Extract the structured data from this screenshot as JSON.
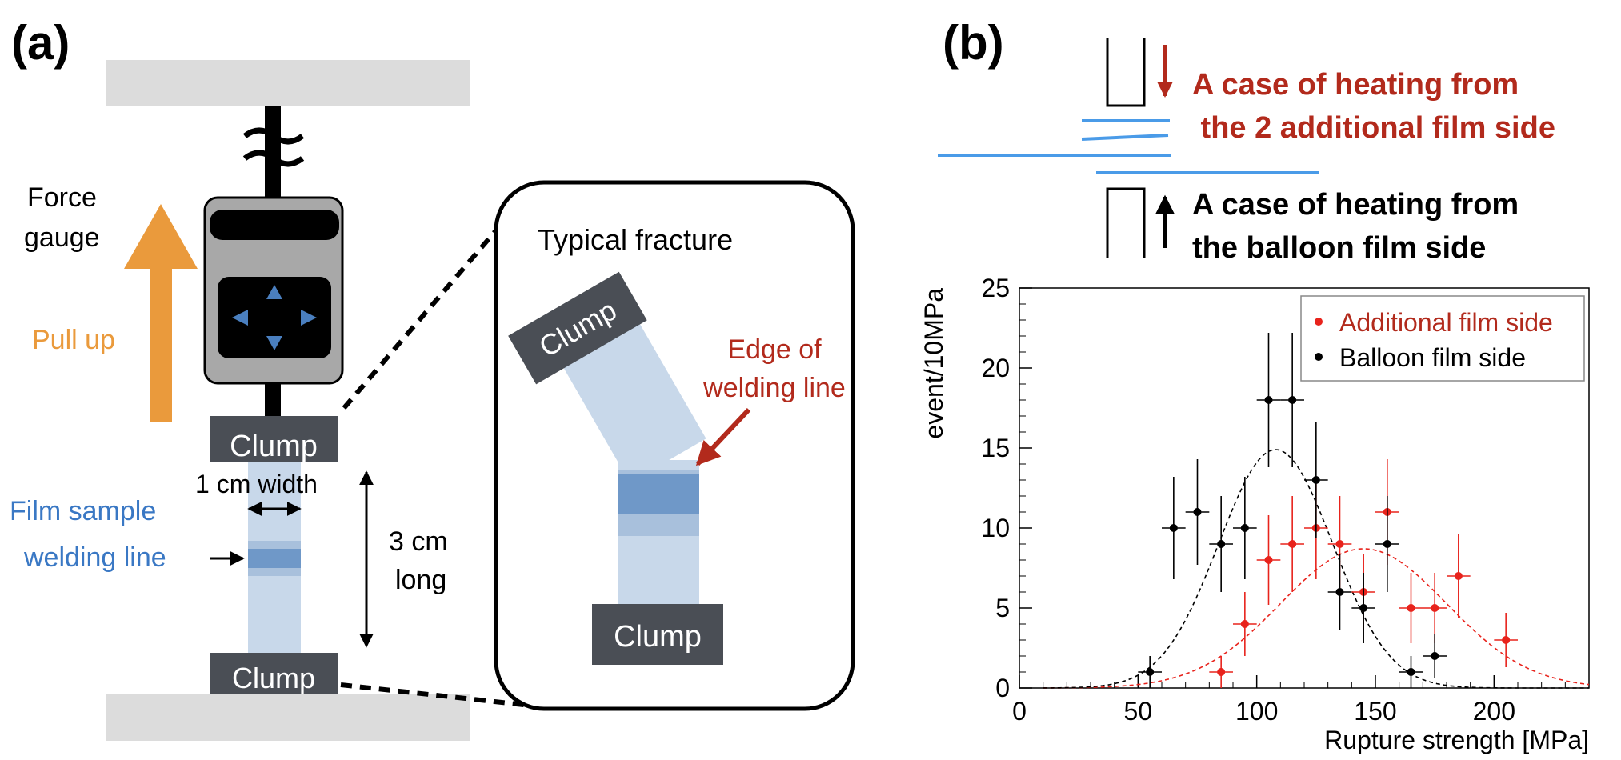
{
  "panel_a": {
    "letter": "(a)",
    "force_gauge": [
      "Force",
      "gauge"
    ],
    "pull_up": "Pull up",
    "clump_top": "Clump",
    "clump_bottom": "Clump",
    "width_label": "1 cm width",
    "length_label": [
      "3 cm",
      "long"
    ],
    "film_sample": [
      "Film sample",
      "welding line"
    ],
    "inset": {
      "title": "Typical fracture",
      "clump_upper": "Clump",
      "clump_lower": "Clump",
      "edge_label": [
        "Edge of",
        "welding line"
      ]
    }
  },
  "panel_b": {
    "letter": "(b)",
    "case_red": [
      "A case of heating from",
      " the 2 additional film side"
    ],
    "case_black": [
      "A case of heating from",
      "the balloon film side"
    ]
  },
  "colors": {
    "red": "#b22a1c",
    "black": "#000000",
    "blue_text": "#3a78c4",
    "orange": "#ea9a3c",
    "film_blue": "#c8d8ea",
    "weld_blue": "#6f98c8",
    "clump_gray": "#4a4e55",
    "plate_gray": "#dcdcdc",
    "line_blue": "#4a9be8",
    "point_red": "#e8231c"
  },
  "chart_data": {
    "type": "scatter",
    "xlabel": "Rupture strength [MPa]",
    "ylabel": "event/10MPa",
    "xlim": [
      0,
      240
    ],
    "ylim": [
      0,
      25
    ],
    "xticks": [
      0,
      50,
      100,
      150,
      200
    ],
    "yticks": [
      0,
      5,
      10,
      15,
      20,
      25
    ],
    "legend_placement": "top-right",
    "series": [
      {
        "name": "Additional film side",
        "color": "#e8231c",
        "x": [
          85,
          95,
          105,
          115,
          125,
          135,
          145,
          155,
          165,
          175,
          185,
          205
        ],
        "y": [
          1,
          4,
          8,
          9,
          10,
          9,
          6,
          11,
          5,
          5,
          7,
          3
        ],
        "yerr": [
          1.0,
          2.0,
          2.8,
          3.0,
          3.2,
          3.0,
          2.4,
          3.3,
          2.2,
          2.2,
          2.6,
          1.7
        ],
        "xerr": 5,
        "fit": {
          "amplitude": 8.7,
          "mean": 145,
          "sigma": 35
        }
      },
      {
        "name": "Balloon film side",
        "color": "#000000",
        "x": [
          55,
          65,
          75,
          85,
          95,
          105,
          115,
          125,
          135,
          145,
          155,
          165,
          175
        ],
        "y": [
          1,
          10,
          11,
          9,
          10,
          18,
          18,
          13,
          6,
          5,
          9,
          1,
          2
        ],
        "yerr": [
          1.0,
          3.2,
          3.3,
          3.0,
          3.2,
          4.2,
          4.2,
          3.6,
          2.4,
          2.2,
          3.0,
          1.0,
          1.4
        ],
        "xerr": 5,
        "fit": {
          "amplitude": 14.9,
          "mean": 108,
          "sigma": 24
        }
      }
    ]
  }
}
